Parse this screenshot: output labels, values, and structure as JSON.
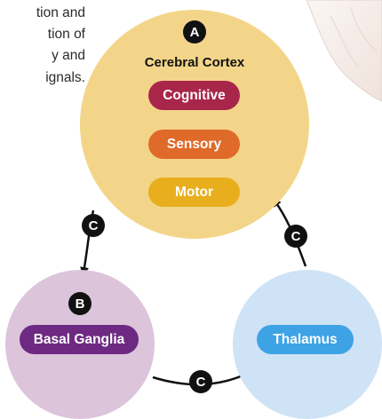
{
  "caption": {
    "lines": [
      "tion and",
      "tion of",
      "y and",
      "ignals."
    ]
  },
  "nodes": {
    "cortex": {
      "badge": "A",
      "title": "Cerebral Cortex",
      "color": "#f3d58a",
      "items": [
        {
          "label": "Cognitive",
          "color": "#a8264a"
        },
        {
          "label": "Sensory",
          "color": "#df6a29"
        },
        {
          "label": "Motor",
          "color": "#e8ae1d"
        }
      ]
    },
    "basal_ganglia": {
      "badge": "B",
      "label": "Basal Ganglia",
      "color": "#dcc4db",
      "pill_color": "#6e2a82"
    },
    "thalamus": {
      "label": "Thalamus",
      "color": "#cfe3f6",
      "pill_color": "#3da3e4"
    }
  },
  "connections": [
    {
      "from": "cortex",
      "to": "basal_ganglia",
      "badge": "C"
    },
    {
      "from": "basal_ganglia",
      "to": "thalamus",
      "badge": "C"
    },
    {
      "from": "thalamus",
      "to": "cortex",
      "badge": "C"
    }
  ]
}
